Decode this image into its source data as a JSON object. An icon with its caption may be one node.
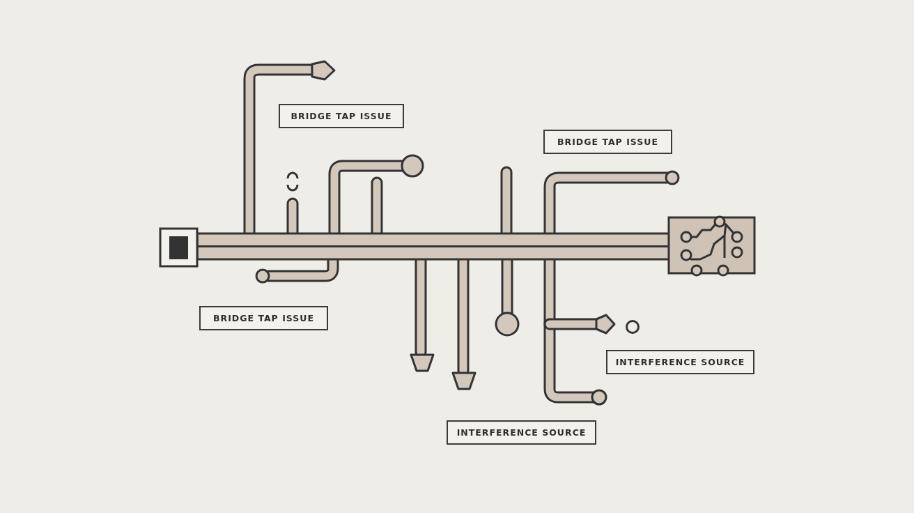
{
  "diagram": {
    "nodes": [
      {
        "text": [
          "BRIDGE TAP ISSUE"
        ]
      },
      {
        "text": [
          "BRIDGE TAP ISSUE"
        ]
      },
      {
        "text": [
          "BRIDGE TAP ISSUE"
        ]
      },
      {
        "text": [
          "INTERFERENCE SOURCE"
        ]
      },
      {
        "text": [
          "INTERFERENCE SOURCE"
        ]
      }
    ]
  }
}
